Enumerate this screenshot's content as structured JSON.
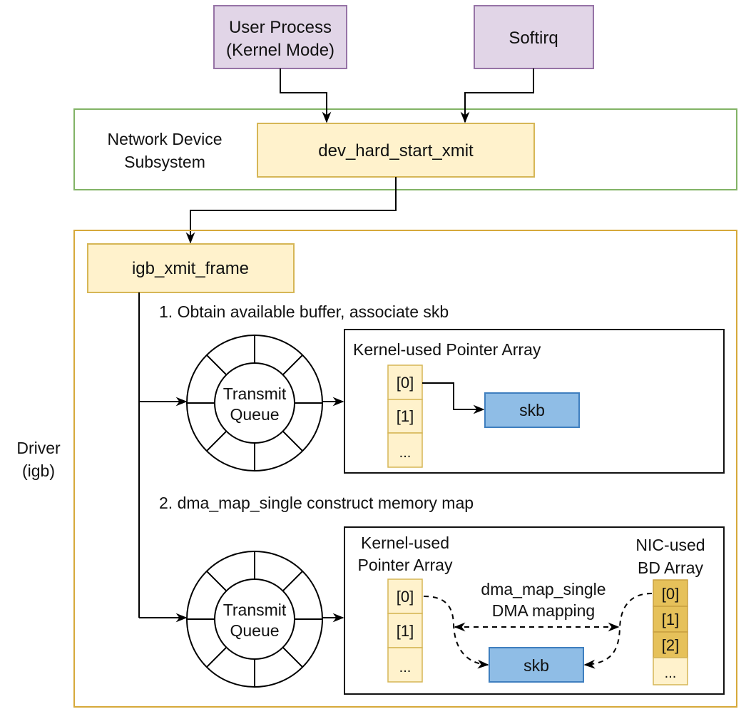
{
  "nodes": {
    "user_process": {
      "line1": "User Process",
      "line2": "(Kernel Mode)"
    },
    "softirq": {
      "label": "Softirq"
    },
    "network_subsystem": {
      "line1": "Network Device",
      "line2": "Subsystem"
    },
    "dev_hard_start_xmit": {
      "label": "dev_hard_start_xmit"
    },
    "driver": {
      "line1": "Driver",
      "line2": "(igb)"
    },
    "igb_xmit_frame": {
      "label": "igb_xmit_frame"
    }
  },
  "step1": {
    "caption": "1. Obtain available buffer, associate  skb",
    "queue": {
      "line1": "Transmit",
      "line2": "Queue"
    },
    "panel_title": "Kernel-used Pointer Array",
    "pointer_array": [
      "[0]",
      "[1]",
      "..."
    ],
    "skb": "skb"
  },
  "step2": {
    "caption": "2.  dma_map_single  construct memory map",
    "queue": {
      "line1": "Transmit",
      "line2": "Queue"
    },
    "kernel_title": {
      "line1": "Kernel-used",
      "line2": "Pointer Array"
    },
    "pointer_array": [
      "[0]",
      "[1]",
      "..."
    ],
    "nic_title": {
      "line1": "NIC-used",
      "line2": "BD Array"
    },
    "bd_array": [
      "[0]",
      "[1]",
      "[2]",
      "..."
    ],
    "mapping_label": {
      "line1": "dma_map_single",
      "line2": "DMA mapping"
    },
    "skb": "skb"
  },
  "colors": {
    "purple_fill": "#e1d5e7",
    "purple_stroke": "#9673a6",
    "green_stroke": "#82b366",
    "yellow_fill": "#fff2cc",
    "yellow_stroke": "#d6b656",
    "orange_stroke": "#d6a020",
    "gold_fill": "#e6c15a",
    "blue_fill": "#8fbde6",
    "blue_stroke": "#3f7fbf"
  }
}
